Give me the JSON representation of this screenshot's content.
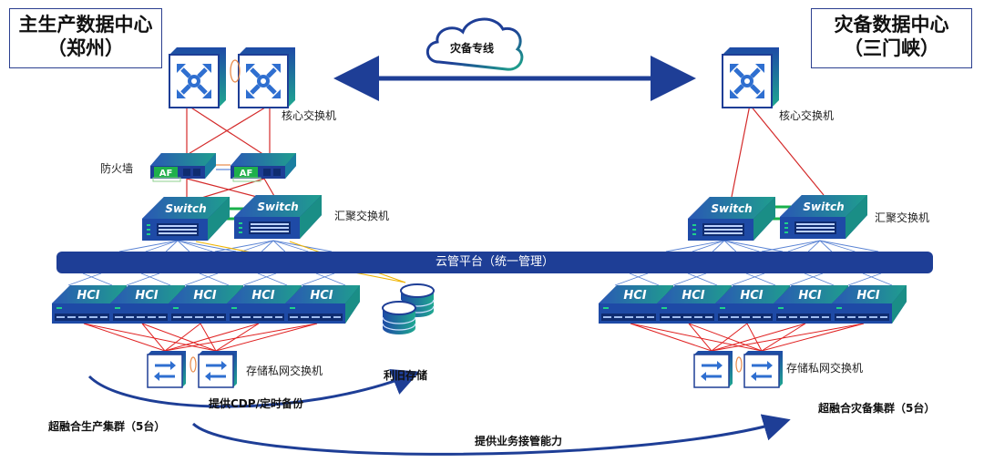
{
  "left_dc": {
    "title": "主生产数据中心",
    "subtitle": "（郑州）"
  },
  "right_dc": {
    "title": "灾备数据中心",
    "subtitle": "（三门峡）"
  },
  "cloud": {
    "label": "灾备专线",
    "icon": "cloud-icon"
  },
  "labels": {
    "core_switch_left": "核心交换机",
    "core_switch_right": "核心交换机",
    "firewall": "防火墙",
    "agg_switch_left": "汇聚交换机",
    "agg_switch_right": "汇聚交换机",
    "storage_switch_left": "存储私网交换机",
    "storage_switch_right": "存储私网交换机",
    "legacy_storage": "利旧存储",
    "prod_cluster": "超融合生产集群（5台）",
    "dr_cluster": "超融合灾备集群（5台）",
    "cdp_backup": "提供CDP/定时备份",
    "takeover": "提供业务接管能力"
  },
  "platform_bar": {
    "label": "云管平台（统一管理）"
  },
  "device_text": {
    "firewall_badge": "AF",
    "switch_badge": "Switch",
    "hci_badge": "HCI"
  },
  "counts": {
    "prod_hci_nodes": 5,
    "dr_hci_nodes": 5
  },
  "colors": {
    "primary_blue": "#1e3e96",
    "teal": "#1a9e8a",
    "link_red": "#d42a2a",
    "link_blue": "#5b84d4",
    "link_yellow": "#f0b400",
    "link_green": "#19b04b",
    "lag_orange": "#e88a4a"
  }
}
